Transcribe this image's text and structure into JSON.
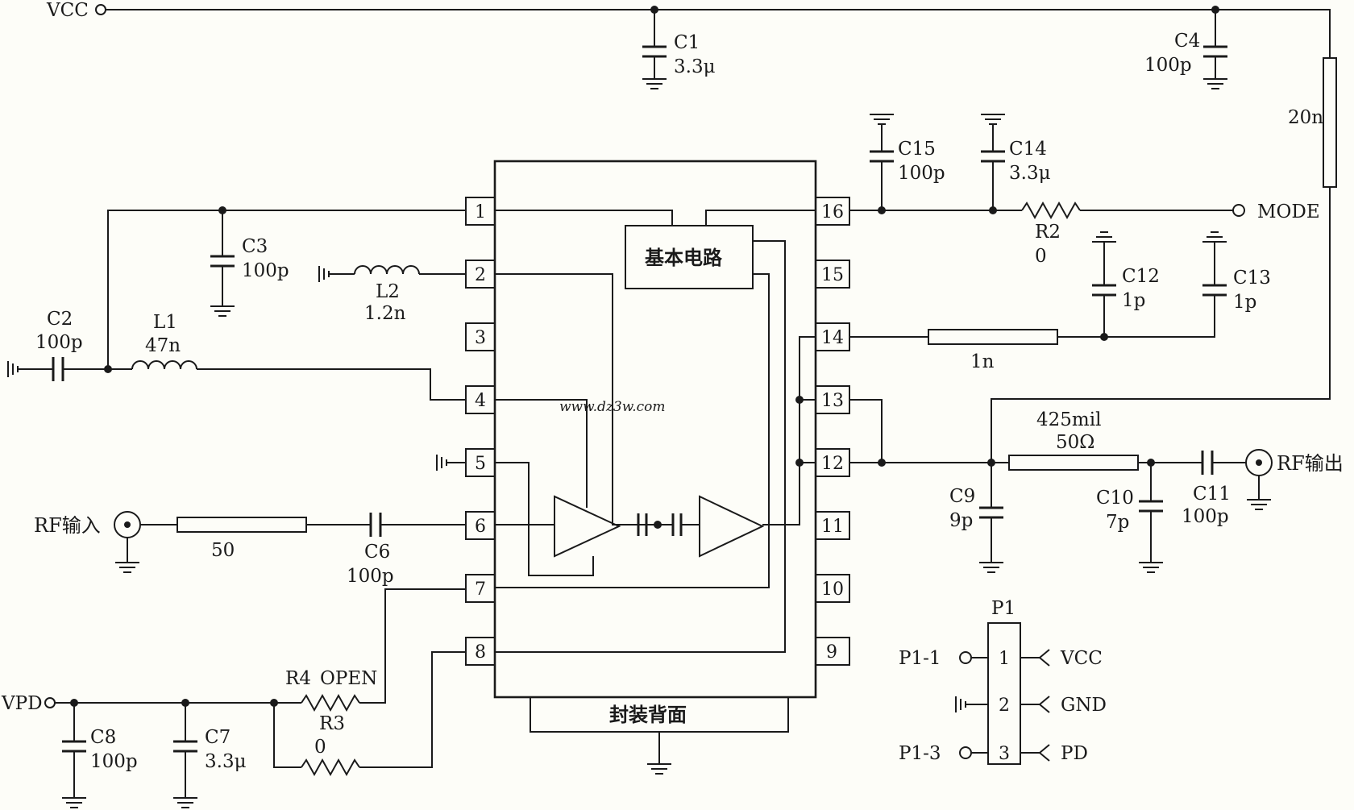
{
  "nets": {
    "vcc": "VCC",
    "vpd": "VPD",
    "mode": "MODE",
    "rf_in": "RF输入",
    "rf_out": "RF输出"
  },
  "ic": {
    "core_label": "基本电路",
    "package_label": "封装背面",
    "left_pins": [
      "1",
      "2",
      "3",
      "4",
      "5",
      "6",
      "7",
      "8"
    ],
    "right_pins": [
      "16",
      "15",
      "14",
      "13",
      "12",
      "11",
      "10",
      "9"
    ]
  },
  "components": {
    "c1": {
      "ref": "C1",
      "value": "3.3μ"
    },
    "c2": {
      "ref": "C2",
      "value": "100p"
    },
    "c3": {
      "ref": "C3",
      "value": "100p"
    },
    "c4": {
      "ref": "C4",
      "value": "100p"
    },
    "c6": {
      "ref": "C6",
      "value": "100p"
    },
    "c7": {
      "ref": "C7",
      "value": "3.3μ"
    },
    "c8": {
      "ref": "C8",
      "value": "100p"
    },
    "c9": {
      "ref": "C9",
      "value": "9p"
    },
    "c10": {
      "ref": "C10",
      "value": "7p"
    },
    "c11": {
      "ref": "C11",
      "value": "100p"
    },
    "c12": {
      "ref": "C12",
      "value": "1p"
    },
    "c13": {
      "ref": "C13",
      "value": "1p"
    },
    "c14": {
      "ref": "C14",
      "value": "3.3μ"
    },
    "c15": {
      "ref": "C15",
      "value": "100p"
    },
    "l1": {
      "ref": "L1",
      "value": "47n"
    },
    "l2": {
      "ref": "L2",
      "value": "1.2n"
    },
    "r2": {
      "ref": "R2",
      "value": "0"
    },
    "r3": {
      "ref": "R3",
      "value": "0"
    },
    "r4": {
      "ref": "R4",
      "value": "OPEN"
    },
    "tl_rf_in": {
      "value": "50"
    },
    "tl_14": {
      "value": "1n"
    },
    "tl_20n": {
      "value": "20n"
    },
    "tl_out": {
      "length": "425mil",
      "impedance": "50Ω"
    }
  },
  "connector": {
    "ref": "P1",
    "pins": [
      {
        "num": "1",
        "net_label": "P1-1",
        "signal": "VCC"
      },
      {
        "num": "2",
        "net_label": "",
        "signal": "GND"
      },
      {
        "num": "3",
        "net_label": "P1-3",
        "signal": "PD"
      }
    ]
  },
  "watermark": "www.dz3w.com"
}
